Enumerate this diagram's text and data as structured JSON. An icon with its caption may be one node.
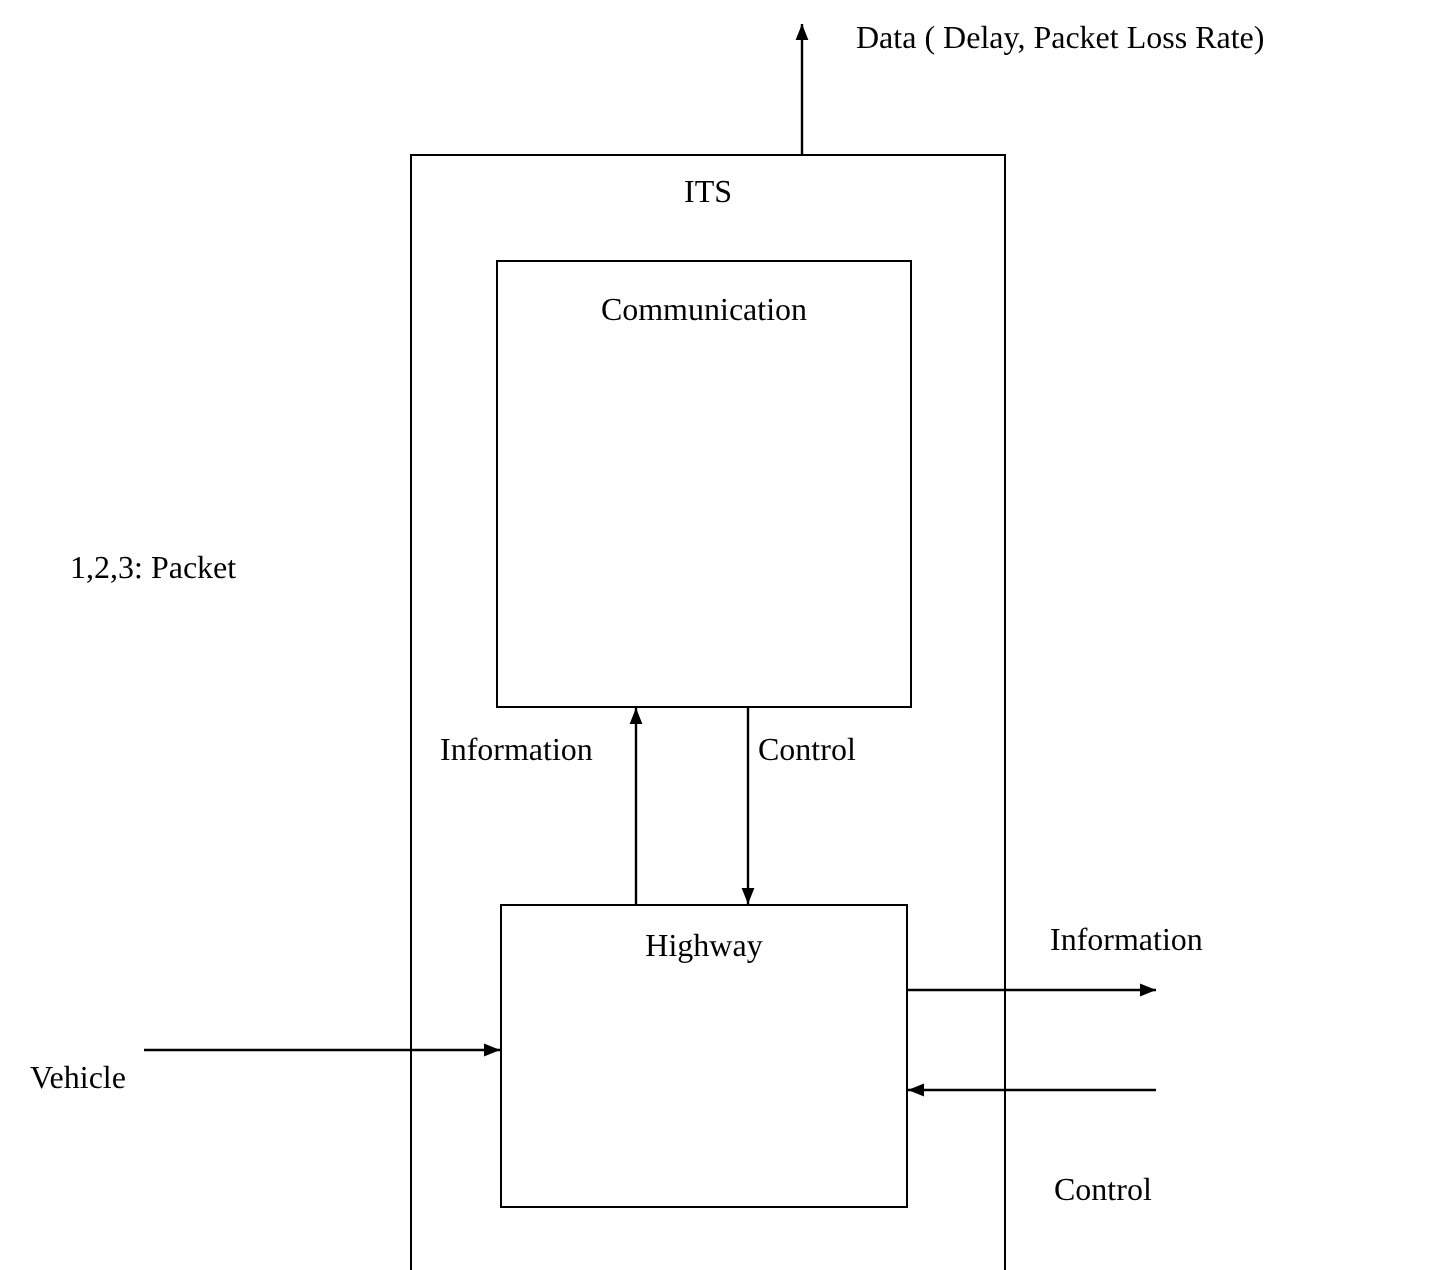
{
  "diagram": {
    "nodes": [
      {
        "text": [
          "ITS"
        ]
      },
      {
        "text": [
          "Communication"
        ],
        "in": 0
      },
      {
        "text": [
          "Highway"
        ],
        "in": 0
      }
    ],
    "edges": [
      {
        "from": 0,
        "to": null,
        "arrow": "to",
        "label": "Data ( Delay, Packet Loss Rate)"
      },
      {
        "from": 2,
        "to": 1,
        "arrow": "to",
        "label": "Information"
      },
      {
        "from": 1,
        "to": 2,
        "arrow": "to",
        "label": "Control"
      },
      {
        "from": null,
        "to": 2,
        "arrow": "to",
        "label": "Vehicle"
      },
      {
        "from": 2,
        "to": null,
        "arrow": "to",
        "label": "Information"
      },
      {
        "from": null,
        "to": 2,
        "arrow": "to",
        "label": "Control"
      }
    ],
    "labels": [
      "1,2,3: Packet"
    ]
  }
}
